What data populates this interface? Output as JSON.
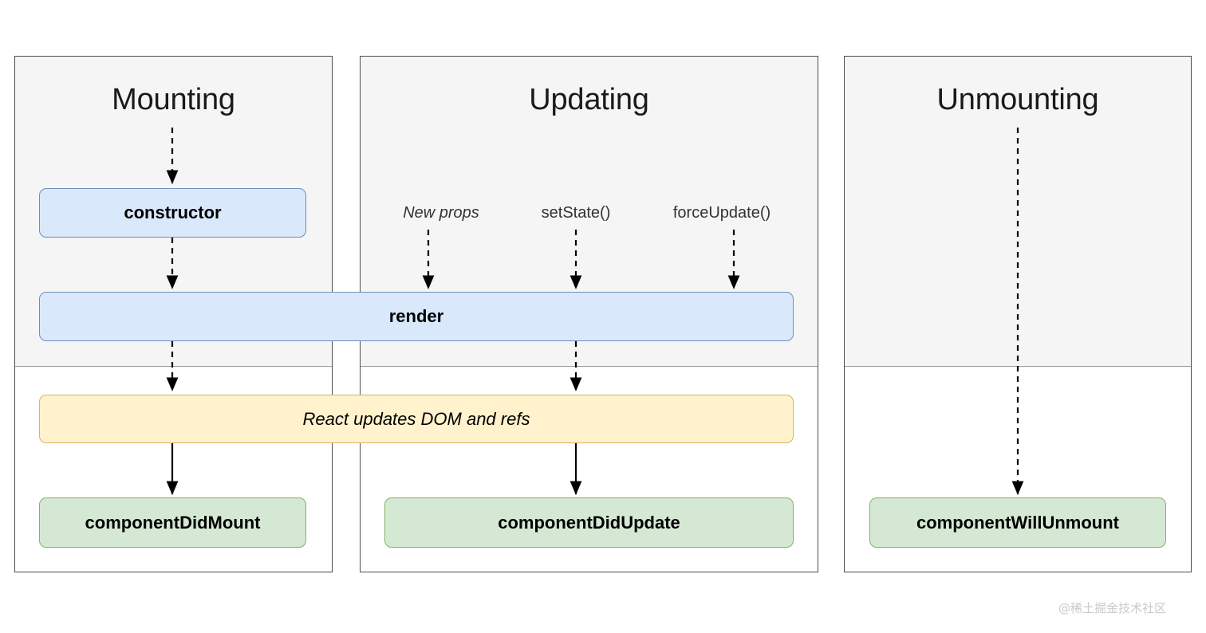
{
  "diagram": {
    "title": "React component lifecycle diagram",
    "colors": {
      "panel_border": "#4d4d4d",
      "panel_top_bg": "#f5f5f5",
      "divider": "#9a9a9a",
      "blue_fill": "#dae8fc",
      "blue_stroke": "#6c8ebf",
      "green_fill": "#d5e8d4",
      "green_stroke": "#82b366",
      "yellow_fill": "#fff2cc",
      "yellow_stroke": "#d6b656",
      "arrow": "#000000",
      "watermark": "#c9c9c9"
    }
  },
  "phases": [
    {
      "id": "mounting",
      "title": "Mounting"
    },
    {
      "id": "updating",
      "title": "Updating"
    },
    {
      "id": "unmounting",
      "title": "Unmounting"
    }
  ],
  "triggers": [
    {
      "label": "New props",
      "style": "italic"
    },
    {
      "label": "setState()",
      "style": "normal"
    },
    {
      "label": "forceUpdate()",
      "style": "normal"
    }
  ],
  "boxes": {
    "constructor": "constructor",
    "render": "render",
    "react_updates": "React updates DOM and refs",
    "did_mount": "componentDidMount",
    "did_update": "componentDidUpdate",
    "will_unmount": "componentWillUnmount"
  },
  "watermark": "@稀土掘金技术社区"
}
